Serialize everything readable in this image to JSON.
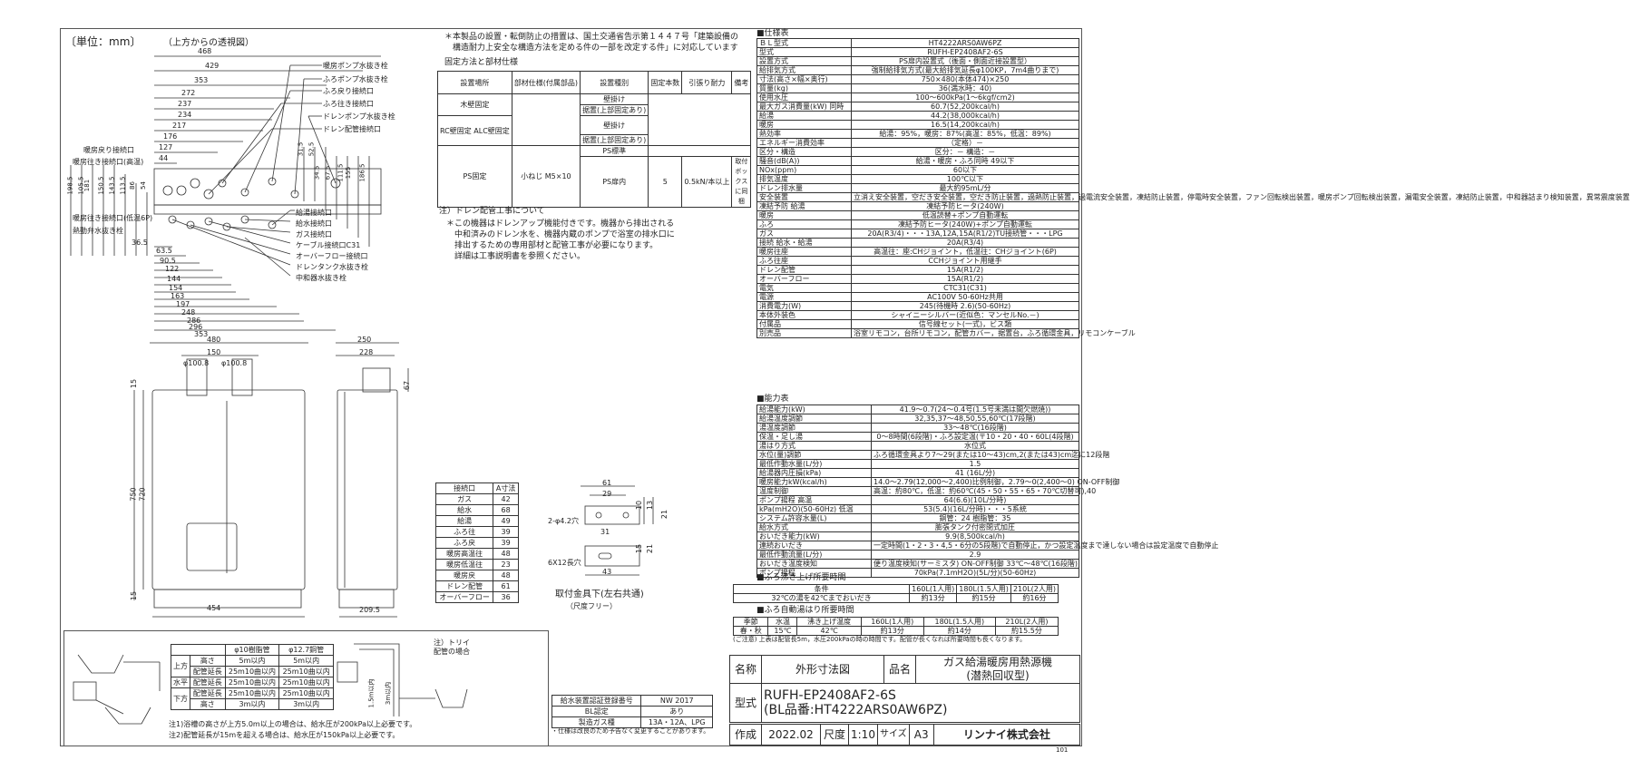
{
  "unit_label": "〔単位：mm〕",
  "top_view_label": "（上方からの透視図）",
  "top_dims": [
    "468",
    "429",
    "353",
    "272",
    "237",
    "234",
    "217",
    "176",
    "127",
    "44"
  ],
  "right_labels": [
    "暖房ポンプ水抜き栓",
    "ふろポンプ水抜き栓",
    "ふろ戻り接続口",
    "ふろ往き接続口",
    "ドレンポンプ水抜き栓",
    "ドレン配管接続口"
  ],
  "left_labels": [
    "暖房戻り接続口",
    "暖房往き接続口(高温)"
  ],
  "vert_dims_left": [
    "198.5",
    "105.5",
    "181",
    "150.5",
    "143.5",
    "113.5",
    "86",
    "54"
  ],
  "vert_dims_right": [
    "31.5",
    "52.5",
    "34.5",
    "67.5",
    "111.5",
    "155",
    "186.5"
  ],
  "mid_labels": [
    "暖房往き接続口(低温6P)",
    "熱動弁水抜き栓"
  ],
  "right_labels2": [
    "給湯接続口",
    "給水接続口",
    "ガス接続口",
    "ケーブル接続口C31",
    "オーバーフロー接続口",
    "ドレンタンク水抜き栓",
    "中和器水抜き栓"
  ],
  "bottom_dims": [
    "36.5",
    "63.5",
    "90.5",
    "122",
    "144",
    "154",
    "163",
    "197",
    "248",
    "286",
    "296",
    "353"
  ],
  "front": {
    "w": "480",
    "w2": "150",
    "pipe1": "φ100.8",
    "pipe2": "φ100.8",
    "h1": "750",
    "h2": "720",
    "top": "15",
    "bottom": "15",
    "bw": "454"
  },
  "side": {
    "w1": "250",
    "w2": "228",
    "d": "67",
    "bw": "209.5"
  },
  "notes": {
    "top1": "＊本製品の設置・転倒防止の措置は、国土交通省告示第１４４７号「建築設備の",
    "top2": "　構造耐力上安全な構造方法を定める件の一部を改定する件」に対応しています",
    "fix_title": "固定方法と部材仕様",
    "drain_title": "注）ドレン配管工事について",
    "drain1": "＊この機器はドレンアップ機能付きです。機器から排出される",
    "drain2": "　中和済みのドレン水を、機器内蔵のポンプで浴室の排水口に",
    "drain3": "　排出するための専用部材と配管工事が必要になります。",
    "drain4": "　詳細は工事説明書を参照ください。"
  },
  "fix_table": {
    "headers": [
      "設置場所",
      "部材仕様(付属部品)",
      "設置種別",
      "固定本数",
      "引張り耐力",
      "備考"
    ],
    "rows": [
      [
        "木壁固定",
        "",
        "壁掛け",
        "",
        "",
        ""
      ],
      [
        "",
        "",
        "据置(上部固定あり)",
        "",
        "",
        ""
      ],
      [
        "RC壁固定 ALC壁固定",
        "",
        "壁掛け",
        "",
        "",
        ""
      ],
      [
        "",
        "",
        "据置(上部固定あり)",
        "",
        "",
        ""
      ],
      [
        "PS固定",
        "小ねじ M5×10",
        "PS標準",
        "",
        "",
        ""
      ],
      [
        "",
        "",
        "PS扉内",
        "5",
        "0.5kN/本以上",
        "取付ボックスに同梱"
      ]
    ]
  },
  "a_table": {
    "headers": [
      "接続口",
      "A寸法"
    ],
    "rows": [
      [
        "ガス",
        "42"
      ],
      [
        "給水",
        "68"
      ],
      [
        "給湯",
        "49"
      ],
      [
        "ふろ往",
        "39"
      ],
      [
        "ふろ戻",
        "39"
      ],
      [
        "暖房高温往",
        "48"
      ],
      [
        "暖房低温往",
        "23"
      ],
      [
        "暖房戻",
        "48"
      ],
      [
        "ドレン配管",
        "61"
      ],
      [
        "オーバーフロー",
        "36"
      ]
    ]
  },
  "bracket": {
    "label": "取付金具下(左右共通)",
    "sub": "（尺度フリー）",
    "d1": "61",
    "d2": "29",
    "d3": "10",
    "d4": "13",
    "d5": "21",
    "d6": "31",
    "d7": "15",
    "d8": "21",
    "d9": "43",
    "hole1": "2-φ4.2穴",
    "hole2": "6X12長穴"
  },
  "pipe_table": {
    "headers": [
      "",
      "",
      "φ10樹脂管",
      "φ12.7銅管"
    ],
    "rows": [
      [
        "上方",
        "高さ",
        "5m以内",
        "5m以内"
      ],
      [
        "",
        "配管延長",
        "25m10曲以内",
        "25m10曲以内"
      ],
      [
        "水平",
        "配管延長",
        "25m10曲以内",
        "25m10曲以内"
      ],
      [
        "下方",
        "配管延長",
        "25m10曲以内",
        "25m10曲以内"
      ],
      [
        "",
        "高さ",
        "3m以内",
        "3m以内"
      ]
    ],
    "note_tr": "注）トリイ配管の場合",
    "n1": "注1)浴槽の高さが上方5.0m以上の場合は、給水圧が200kPa以上必要です。",
    "n2": "注2)配管延長が15mを超える場合は、給水圧が150kPa以上必要です。",
    "d1": "1.5m以内",
    "d2": "3m以内"
  },
  "cert_table": {
    "rows": [
      [
        "給水装置認証登録番号",
        "NW 2017"
      ],
      [
        "BL認定",
        "あり"
      ],
      [
        "製造ガス種",
        "13A・12A、LPG"
      ]
    ],
    "note": "・仕様は改良のため予告なく変更することがあります。"
  },
  "spec": {
    "title": "■仕様表",
    "rows": [
      [
        "ＢＬ型式",
        "HT4222ARS0AW6PZ"
      ],
      [
        "型式",
        "RUFH-EP2408AF2-6S"
      ],
      [
        "設置方式",
        "PS扉内設置式（後面・側面近接設置型）"
      ],
      [
        "給排気方式",
        "強制給排気方式(最大給排気延長φ100KP，7m4曲りまで)"
      ],
      [
        "寸法(高さ×幅×奥行)",
        "750×480(本体474)×250"
      ],
      [
        "質量(kg)",
        "36(満水時：40)"
      ],
      [
        "使用水圧",
        "100～600kPa(1～6kgf/cm2)"
      ],
      [
        "最大ガス消費量(kW) 同時",
        "60.7(52,200kcal/h)"
      ],
      [
        "給湯",
        "44.2(38,000kcal/h)"
      ],
      [
        "暖房",
        "16.5(14,200kcal/h)"
      ],
      [
        "熱効率",
        "給湯：95%，暖房：87%(高温：85%，低温：89%)"
      ],
      [
        "エネルギー消費効率",
        "（定格）－"
      ],
      [
        "区分・構造",
        "区分：－ 構造：－"
      ],
      [
        "騒音(dB(A))",
        "給湯・暖房・ふろ同時 49以下"
      ],
      [
        "NOx(ppm)",
        "60以下"
      ],
      [
        "排気温度",
        "100℃以下"
      ],
      [
        "ドレン排水量",
        "最大約95mL/分"
      ],
      [
        "安全装置",
        "立消え安全装置，空だき安全装置，空だき防止装置，過熱防止装置，過電流安全装置，凍結防止装置，停電時安全装置，ファン回転検出装置，暖房ポンプ回転検出装置，漏電安全装置，凍結防止装置，中和器詰まり検知装置，異常震度装置"
      ],
      [
        "凍結予防 給湯",
        "凍結予防ヒータ(240W)"
      ],
      [
        "暖房",
        "低温読替+ポンプ自動運転"
      ],
      [
        "ふろ",
        "凍結予防ヒータ(240W)+ポンプ自動運転"
      ],
      [
        "ガス",
        "20A(R3/4)・・・13A,12A,15A(R1/2)TU接続管・・・LPG"
      ],
      [
        "接続 給水・給湯",
        "20A(R3/4)"
      ],
      [
        "暖房往座",
        "高温往：座:CHジョイント，低温往：CHジョイント(6P)"
      ],
      [
        "ふろ往座",
        "CCHジョイント用継手"
      ],
      [
        "ドレン配管",
        "15A(R1/2)"
      ],
      [
        "オーバーフロー",
        "15A(R1/2)"
      ],
      [
        "電気",
        "CTC31(C31)"
      ],
      [
        "電源",
        "AC100V 50-60Hz共用"
      ],
      [
        "消費電力(W)",
        "245(待機時 2.6)(50-60Hz)"
      ],
      [
        "本体外装色",
        "シャイニーシルバー(近似色：マンセルNo.－)"
      ],
      [
        "付属品",
        "信号線セット(一式)，ビス類"
      ],
      [
        "別売品",
        "浴室リモコン，台所リモコン，配管カバー，据置台，ふろ循環金具，リモコンケーブル"
      ]
    ]
  },
  "perf": {
    "title": "■能力表",
    "rows": [
      [
        "給湯能力(kW)",
        "41.9～0.7(24～0.4号(1.5号未満は間欠燃焼))"
      ],
      [
        "給湯温度調節",
        "32,35,37～48,50,55,60℃(17段階)"
      ],
      [
        "湯温度調節",
        "33～48℃(16段階)"
      ],
      [
        "保温・足し湯",
        "0～8時間(6段階)・ふろ設定温(〒10・20・40・60L(4段階)"
      ],
      [
        "湯はり方式",
        "水位式"
      ],
      [
        "水位(量)調節",
        "ふろ循環金具より7～29(または10～43)cm,2(または43)cm迄に12段階"
      ],
      [
        "最低作動水量(L/分)",
        "1.5"
      ],
      [
        "給湯器内圧損(kPa)",
        "41 (16L/分)"
      ],
      [
        "暖房能力kW(kcal/h)",
        "14.0～2.79(12,000～2,400)比例制御，2.79～0(2,400～0) ON-OFF制御"
      ],
      [
        "温度制御",
        "高温：約80℃，低温：約60℃(45・50・55・65・70℃切替可),40"
      ],
      [
        "ポンプ揚程 高温",
        "64(6.6)(10L/分時)"
      ],
      [
        "kPa(mH2O)(50-60Hz) 低温",
        "53(5.4)(16L/分時)・・・5系統"
      ],
      [
        "システム許容水量(L)",
        "銅管：24 樹脂管：35"
      ],
      [
        "給水方式",
        "膨張タンク付密閉式加圧"
      ],
      [
        "おいだき能力(kW)",
        "9.9(8,500kcal/h)"
      ],
      [
        "連続おいだき",
        "一定時間(1・2・3・4,5・6分の5段階)で自動停止，かつ設定温度まで達しない場合は設定温度で自動停止"
      ],
      [
        "最低作動流量(L/分)",
        "2.9"
      ],
      [
        "おいだき温度検知",
        "便り温度検知(サーミスタ) ON-OFF制御 33℃～48℃(16段階)"
      ],
      [
        "ポンプ揚程",
        "70kPa(7.1mH2O)(5L/分)(50-60Hz)"
      ]
    ]
  },
  "fill_time": {
    "title": "■ふろ沸き上げ所要時間",
    "headers": [
      "条件",
      "160L(1人用)",
      "180L(1.5人用)",
      "210L(2人用)"
    ],
    "row": [
      "32℃の湯を42℃までおいだき",
      "約13分",
      "約15分",
      "約16分"
    ]
  },
  "auto_fill": {
    "title": "■ふろ自動湯はり所要時間",
    "headers": [
      "季節",
      "水温",
      "沸き上げ温度",
      "160L(1人用)",
      "180L(1.5人用)",
      "210L(2人用)"
    ],
    "row": [
      "春・秋",
      "15℃",
      "42℃",
      "約13分",
      "約14分",
      "約15.5分"
    ],
    "note": "(ご注意) 上表は配管長5m，水圧200kPaの時の時間です。配管が長くなれば所要時間も長くなります。"
  },
  "title_block": {
    "name_label": "名称",
    "name_value": "外形寸法図",
    "product_label": "品名",
    "product_value1": "ガス給湯暖房用熱源機",
    "product_value2": "(潜熱回収型)",
    "model_label": "型式",
    "model_value1": "RUFH-EP2408AF2-6S",
    "model_value2": "(BL品番:HT4222ARS0AW6PZ)",
    "made_label": "作成",
    "made_value": "2022.02",
    "scale_label": "尺度",
    "scale_value": "1:10",
    "size_label": "サイズ",
    "size_value": "A3",
    "company": "リンナイ株式会社",
    "page_no": "101"
  }
}
